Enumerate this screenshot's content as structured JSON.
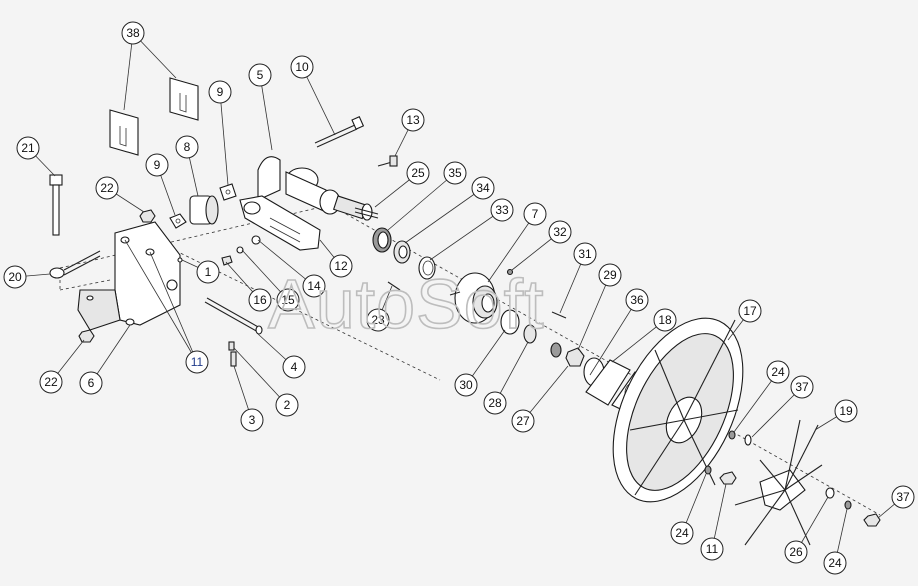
{
  "watermark": "AutoSoft",
  "callouts": [
    {
      "id": "38",
      "label": "38",
      "blue": false
    },
    {
      "id": "10",
      "label": "10",
      "blue": false
    },
    {
      "id": "5",
      "label": "5",
      "blue": false
    },
    {
      "id": "9a",
      "label": "9",
      "blue": false
    },
    {
      "id": "13",
      "label": "13",
      "blue": false
    },
    {
      "id": "21",
      "label": "21",
      "blue": false
    },
    {
      "id": "8",
      "label": "8",
      "blue": false
    },
    {
      "id": "25",
      "label": "25",
      "blue": false
    },
    {
      "id": "35",
      "label": "35",
      "blue": false
    },
    {
      "id": "22a",
      "label": "22",
      "blue": false
    },
    {
      "id": "9b",
      "label": "9",
      "blue": false
    },
    {
      "id": "34",
      "label": "34",
      "blue": false
    },
    {
      "id": "33",
      "label": "33",
      "blue": false
    },
    {
      "id": "7",
      "label": "7",
      "blue": false
    },
    {
      "id": "32",
      "label": "32",
      "blue": false
    },
    {
      "id": "12",
      "label": "12",
      "blue": false
    },
    {
      "id": "1",
      "label": "1",
      "blue": false
    },
    {
      "id": "14",
      "label": "14",
      "blue": false
    },
    {
      "id": "15",
      "label": "15",
      "blue": false
    },
    {
      "id": "16",
      "label": "16",
      "blue": false
    },
    {
      "id": "20",
      "label": "20",
      "blue": false
    },
    {
      "id": "31",
      "label": "31",
      "blue": false
    },
    {
      "id": "29",
      "label": "29",
      "blue": false
    },
    {
      "id": "23",
      "label": "23",
      "blue": false
    },
    {
      "id": "36",
      "label": "36",
      "blue": false
    },
    {
      "id": "17",
      "label": "17",
      "blue": false
    },
    {
      "id": "18",
      "label": "18",
      "blue": false
    },
    {
      "id": "11a",
      "label": "11",
      "blue": true
    },
    {
      "id": "4",
      "label": "4",
      "blue": false
    },
    {
      "id": "22b",
      "label": "22",
      "blue": false
    },
    {
      "id": "6",
      "label": "6",
      "blue": false
    },
    {
      "id": "30",
      "label": "30",
      "blue": false
    },
    {
      "id": "2",
      "label": "2",
      "blue": false
    },
    {
      "id": "28",
      "label": "28",
      "blue": false
    },
    {
      "id": "3",
      "label": "3",
      "blue": false
    },
    {
      "id": "27",
      "label": "27",
      "blue": false
    },
    {
      "id": "24a",
      "label": "24",
      "blue": false
    },
    {
      "id": "37a",
      "label": "37",
      "blue": false
    },
    {
      "id": "19",
      "label": "19",
      "blue": false
    },
    {
      "id": "37b",
      "label": "37",
      "blue": false
    },
    {
      "id": "24b",
      "label": "24",
      "blue": false
    },
    {
      "id": "11b",
      "label": "11",
      "blue": false
    },
    {
      "id": "26",
      "label": "26",
      "blue": false
    },
    {
      "id": "24c",
      "label": "24",
      "blue": false
    }
  ]
}
